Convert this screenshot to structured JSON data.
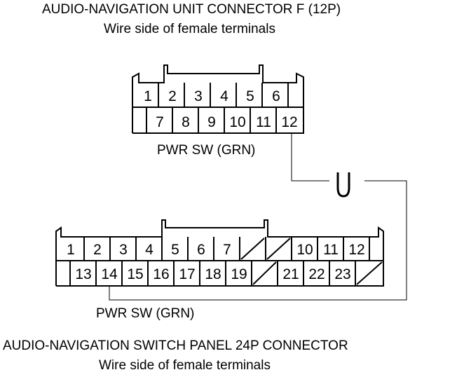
{
  "top_connector": {
    "title": "AUDIO-NAVIGATION UNIT CONNECTOR F (12P)",
    "subtitle": "Wire side of female terminals",
    "row1": [
      "1",
      "2",
      "3",
      "4",
      "5",
      "6"
    ],
    "row2": [
      "7",
      "8",
      "9",
      "10",
      "11",
      "12"
    ],
    "wire_label": "PWR SW (GRN)"
  },
  "bottom_connector": {
    "title": "AUDIO-NAVIGATION SWITCH PANEL 24P CONNECTOR",
    "subtitle": "Wire side of female terminals",
    "row1": [
      "1",
      "2",
      "3",
      "4",
      "5",
      "6",
      "7",
      "",
      "",
      "10",
      "11",
      "12"
    ],
    "row2": [
      "13",
      "14",
      "15",
      "16",
      "17",
      "18",
      "19",
      "",
      "21",
      "22",
      "23",
      ""
    ],
    "wire_label": "PWR SW (GRN)"
  },
  "continuity_symbol": "U"
}
